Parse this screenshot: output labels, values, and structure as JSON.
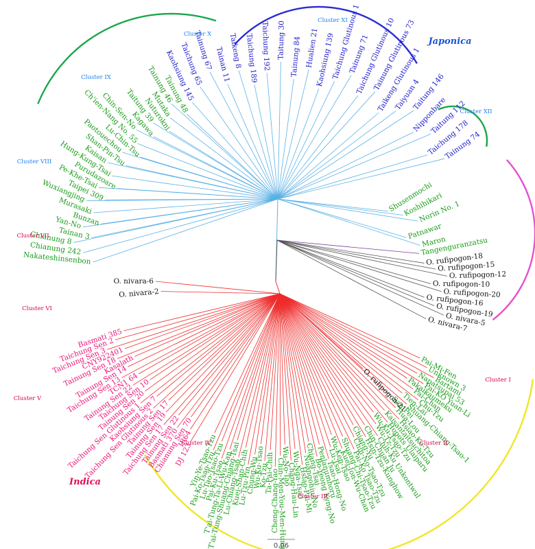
{
  "colors": {
    "japonica_leaf": "#1a1acc",
    "branch_blue": "#5ab0e6",
    "branch_red": "#ee2b2b",
    "branch_dark": "#555555",
    "branch_purple": "#7a3a9a",
    "indica_leaf": "#ee1177",
    "landrace_leaf": "#179b17",
    "wild_leaf": "#111111",
    "arc_green": "#1aa64a",
    "arc_blue": "#2a2ad6",
    "arc_magenta": "#e64ed0",
    "arc_red": "#e01515",
    "arc_yellow": "#f0e628",
    "cluster_label": "#1b7ff0",
    "cluster_label_red": "#d4004f",
    "group_japonica": "#1a55d6",
    "group_indica": "#e0105a"
  },
  "groups": [
    {
      "name": "Japonica",
      "color_key": "group_japonica"
    },
    {
      "name": "Indica",
      "color_key": "group_indica"
    }
  ],
  "clusters": [
    {
      "name": "Cluster I",
      "color_key": "cluster_label_red"
    },
    {
      "name": "Cluster II",
      "color_key": "cluster_label_red"
    },
    {
      "name": "Cluster III",
      "color_key": "cluster_label_red"
    },
    {
      "name": "Cluster IV",
      "color_key": "cluster_label_red"
    },
    {
      "name": "Cluster V",
      "color_key": "cluster_label_red"
    },
    {
      "name": "Cluster VI",
      "color_key": "cluster_label_red"
    },
    {
      "name": "Cluster VII",
      "color_key": "cluster_label_red"
    },
    {
      "name": "Cluster VIII",
      "color_key": "cluster_label"
    },
    {
      "name": "Cluster IX",
      "color_key": "cluster_label"
    },
    {
      "name": "Cluster X",
      "color_key": "cluster_label"
    },
    {
      "name": "Cluster XI",
      "color_key": "cluster_label"
    },
    {
      "name": "Cluster XII",
      "color_key": "cluster_label"
    }
  ],
  "scale_bar": {
    "label": "0.06"
  },
  "leaves": {
    "japonica": [
      "Kaohsiung 145",
      "Taichung 65",
      "Tainung 67",
      "Tainan 11",
      "Taikeng 8",
      "Taichung 189",
      "Taichung 192",
      "Taitung 30",
      "Tainung 84",
      "Hualien 21",
      "Kaohsiung 139",
      "Taichung Glutinous 1",
      "Tainung 71",
      "Taichung Glutinous 10",
      "Tainung Glutinous 73",
      "Taikeng Glutinous 1",
      "Taiyuan 4",
      "Taitung 146",
      "Nipponbare",
      "Taitung 112",
      "Taichung 178",
      "Tainung 74"
    ],
    "landrace_top": [
      "Nakateshinsenbon",
      "Chianung 242",
      "Chianung 8",
      "Tainan 3",
      "Yan-No",
      "Bunzan",
      "Murasaki",
      "Wuxiangjing",
      "Taipei 309",
      "Pe-Khe-Tsai",
      "Purudazoare",
      "Hung-Kung-Tsai",
      "Kaisan",
      "Shan-Pin-Tsu",
      "Paotouechou",
      "Lu-Chin-Tsu",
      "Ch'ien-Nang No. 55",
      "Chin-Sen-No",
      "Kagawa",
      "Taitung 39",
      "Nuturokni",
      "Mutaka",
      "Tainung 46",
      "Tainung 48"
    ],
    "landrace_xii": [
      "Shusenmochi",
      "Koshihikari",
      "Norin No. 1",
      "Patnawar",
      "Maron"
    ],
    "wild": [
      "O. rufipogon-18",
      "O. rufipogon-15",
      "O. rufipogon-12",
      "O. rufipogon-10",
      "O. rufipogon-20",
      "O. rufipogon-16",
      "O. rufipogon-19",
      "O. nivara-5",
      "O. nivara-7",
      "O. nivara-6",
      "O. nivara-2",
      "O. rufipogon-21"
    ],
    "landrace_mid": [
      "Tangenguranzatsu"
    ],
    "indica": [
      "Basmati 385",
      "Taichung Sen 2",
      "Taichung Sen 3",
      "CNY922401",
      "Tainung Sen 18",
      "Kasalath",
      "Tainung Sen 14",
      "Taichung Sen 13",
      "TCN1 64",
      "Tainung Sen 22",
      "Taichung Sen 10",
      "Tainung Sen 20",
      "Taichung Sen Glutinous 1",
      "Kaohsiung Sen 7",
      "Taichung Sen Glutinous 2",
      "Tainung Sen 17",
      "Tainung Sen 19",
      "Taichung Sen 17",
      "Tainung Sen 22",
      "Basmati 370",
      "Chianung Sen 70",
      "IR64",
      "DJ 123"
    ],
    "landrace_bottom": [
      "Pai-Mi-Fen",
      "Unknown 3",
      "Bartami",
      "Napatsupai 53",
      "Pai-KO Yuan-Li",
      "Pakaikaumeku",
      "Pai-Chan",
      "Chu-Tzu",
      "Tien-Lai",
      "Shuang-Chiang-Tsao-1",
      "San Pei",
      "Hua-Lou",
      "Hsiao-Ko-Tzu",
      "Kaisantaitsuchitoa",
      "Hopots Ulaiparu",
      "Wu-Ku-Tsao-Tzu",
      "Wu-Tz-Tzu",
      "Chih-Ku Unkontwul",
      "Chin-Chuan Ju",
      "Hsin-Tzu-Kunghow",
      "Chiang-Yu",
      "Chin-No-Tsao-Tzu",
      "Pai-Ko Tsao-Tzu",
      "Shuang-Chi-Tsao-Tzu",
      "Kuei-Jon-Wu-Chan",
      "Wu-Ken-Tsao",
      "Lu-Tsai",
      "Tsao-Hong-No",
      "Penlanumhoru",
      "Bo-Yeong Kyng-No",
      "Chiang-Tsai",
      "Nuangohiu-No",
      "Hsiao-Pai-Mi",
      "Wu-Nga-Tsao",
      "Chang-Hau-Lin",
      "Wu-No-Tao",
      "Chin-Men-You-Men-Hung-Mi",
      "Cheng-Chang-Yao",
      "Ta-Pai-Chih",
      "Ko-Tzu",
      "Wu-Ku-Tsao",
      "Chung-Wu",
      "Lu-Tzu-Pin",
      "Kuei-Shan-Chih",
      "Lu-Chiang-Tsao",
      "T'ai-Tung-Shuang-Chiang-Tsai",
      "T'ai-Tung-Ta-Li-Wu-Kan",
      "Pai-Ku-Tsao",
      "Lu-Tao-Tsao-Tzu",
      "Pai-Ko-Tsao-Tzu",
      "Yin-Ye-Tsao-Tzu"
    ]
  }
}
